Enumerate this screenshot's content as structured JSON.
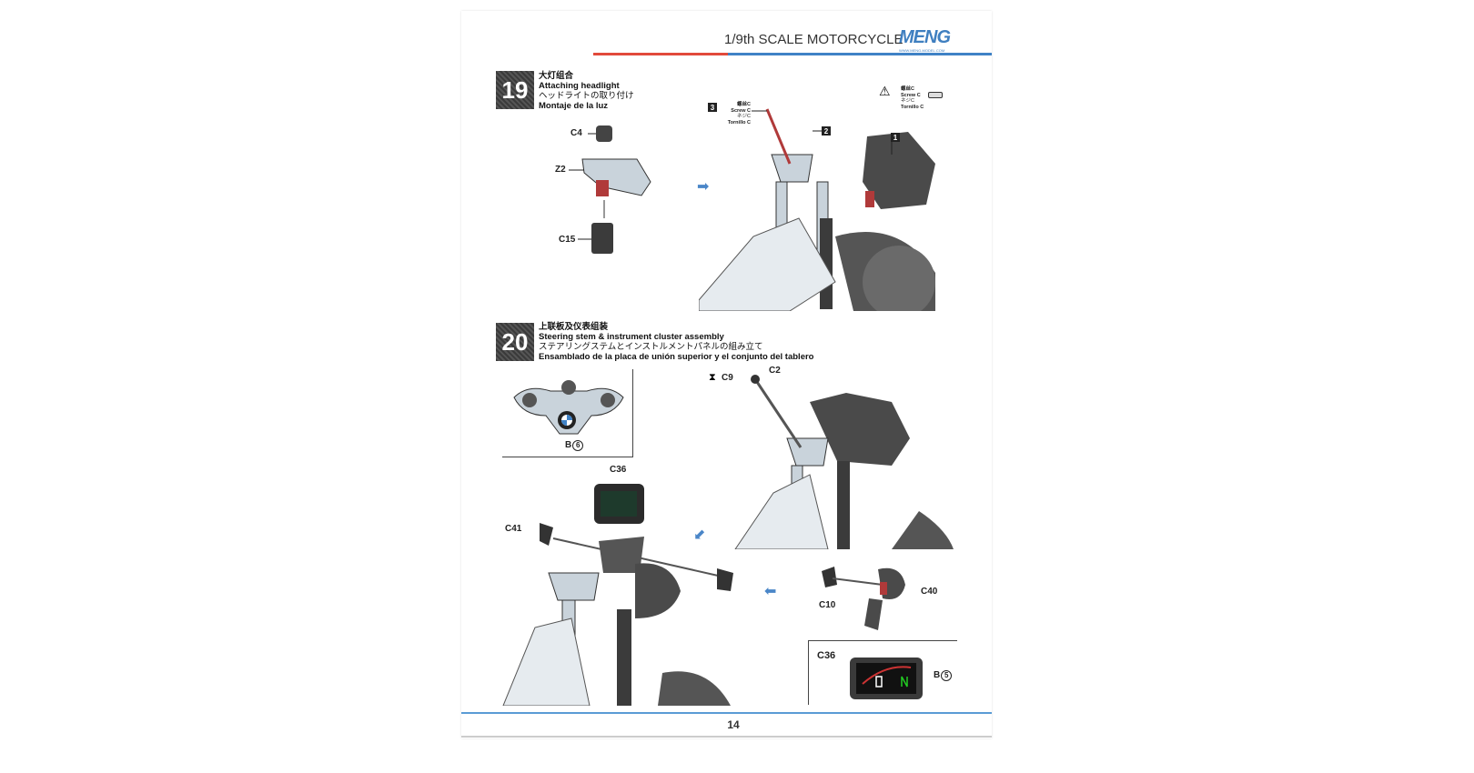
{
  "header": {
    "title": "1/9th SCALE MOTORCYCLE",
    "logo": "MENG",
    "logo_url_text": "WWW.MENG-MODEL.COM"
  },
  "step19": {
    "number": "19",
    "title_zh": "大灯组合",
    "title_en": "Attaching headlight",
    "title_ja": "ヘッドライトの取り付け",
    "title_es": "Montaje de la luz",
    "labels": {
      "c4": "C4",
      "z2": "Z2",
      "c15": "C15",
      "n1": "1",
      "n2": "2",
      "n3": "3"
    },
    "screw": {
      "zh": "螺丝C",
      "en": "Screw C",
      "ja": "ネジC",
      "es": "Tornillo C"
    },
    "warning": {
      "zh": "螺丝C",
      "en": "Screw C",
      "ja": "ネジC",
      "es": "Tornillo C"
    }
  },
  "step20": {
    "number": "20",
    "title_zh": "上联板及仪表组装",
    "title_en": "Steering stem & instrument cluster assembly",
    "title_ja": "ステアリングステムとインストルメントパネルの組み立て",
    "title_es": "Ensamblado  de la placa de unión superior y el conjunto del tablero",
    "labels": {
      "b": "B",
      "b6": "6",
      "c9": "C9",
      "c2": "C2",
      "c36": "C36",
      "c41": "C41",
      "c10": "C10",
      "c40": "C40",
      "c36_detail": "C36",
      "b_detail": "B",
      "b5": "5"
    }
  },
  "footer": {
    "page_number": "14"
  },
  "colors": {
    "accent_blue": "#3f82c6",
    "accent_red": "#e24a3b"
  }
}
